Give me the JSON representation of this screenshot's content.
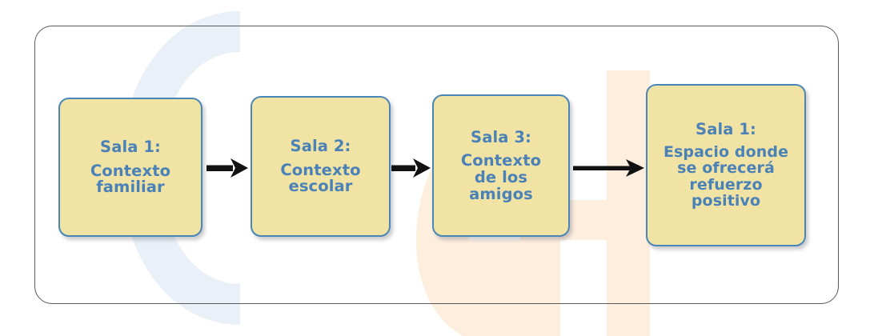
{
  "diagram": {
    "type": "linear-process-flow",
    "orientation": "left-to-right",
    "frame": {
      "shape": "rounded-rectangle",
      "border_color": "#595959"
    },
    "palette": {
      "node_fill": "#f1e3a4",
      "node_border": "#4a87b9",
      "node_text": "#4a82b8",
      "arrow": "#111111",
      "watermark_blue": "#e8eff7",
      "watermark_cream": "#fdeedd",
      "background": "#ffffff"
    },
    "watermark": {
      "letters": [
        "C",
        "G"
      ],
      "blue_letter": "C",
      "cream_letter": "G"
    },
    "nodes": [
      {
        "id": "node1",
        "title": "Sala 1:",
        "body": "Contexto\nfamiliar"
      },
      {
        "id": "node2",
        "title": "Sala 2:",
        "body": "Contexto\nescolar"
      },
      {
        "id": "node3",
        "title": "Sala 3:",
        "body": "Contexto\nde los\namigos"
      },
      {
        "id": "node4",
        "title": "Sala 1:",
        "body": "Espacio donde\nse ofrecerá\nrefuerzo\npositivo"
      }
    ],
    "connectors": [
      {
        "id": "arrow1",
        "from": "node1",
        "to": "node2",
        "style": "solid-block-arrow"
      },
      {
        "id": "arrow2",
        "from": "node2",
        "to": "node3",
        "style": "solid-block-arrow"
      },
      {
        "id": "arrow3",
        "from": "node3",
        "to": "node4",
        "style": "solid-block-arrow-long"
      }
    ]
  }
}
